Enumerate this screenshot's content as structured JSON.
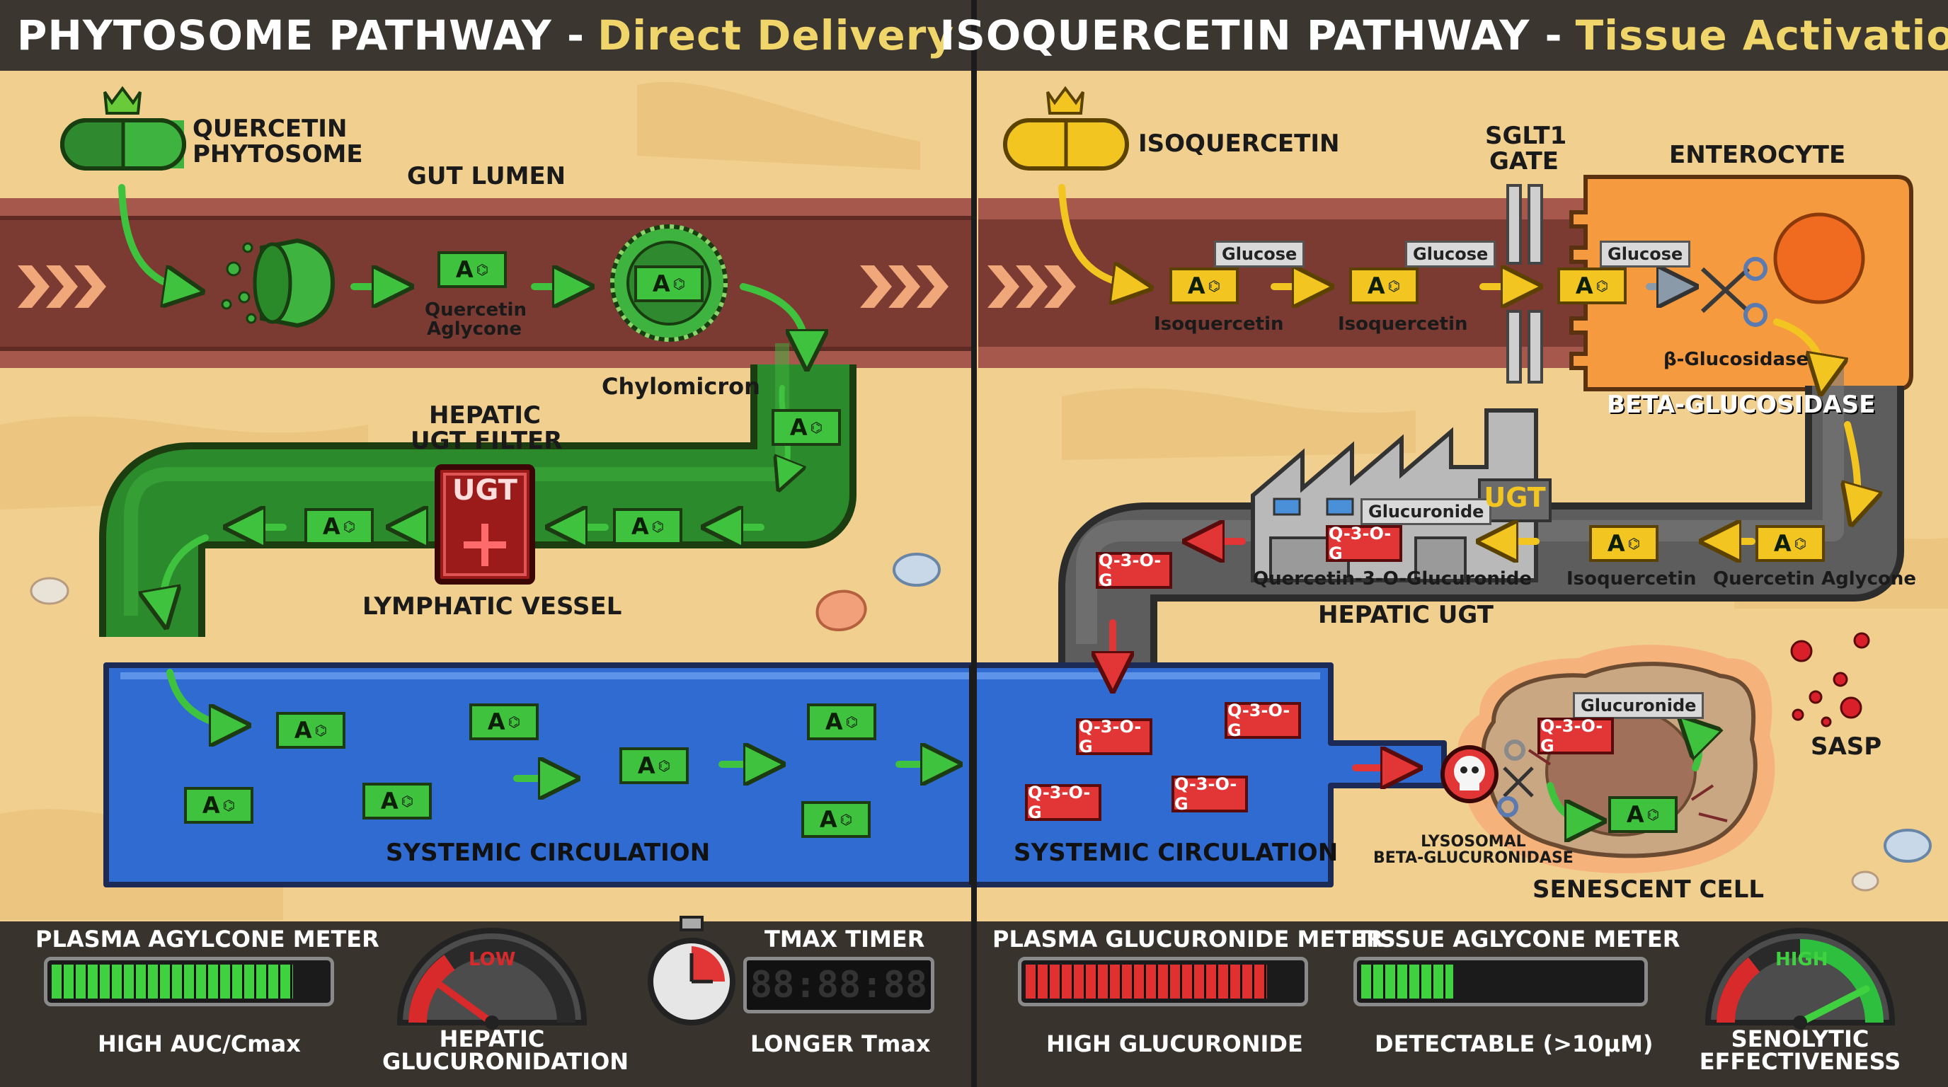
{
  "left": {
    "title_main": "PHYTOSOME PATHWAY -",
    "title_highlight": "Direct Delivery",
    "capsule_label": "QUERCETIN\nPHYTOSOME",
    "gut_lumen": "GUT LUMEN",
    "aglycone_label": "Quercetin\nAglycone",
    "chylomicron": "Chylomicron",
    "hepatic_filter": "HEPATIC\nUGT FILTER",
    "ugt_box": "UGT",
    "lymphatic": "LYMPHATIC VESSEL",
    "systemic": "SYSTEMIC CIRCULATION",
    "chip_text": "A"
  },
  "right": {
    "title_main": "ISOQUERCETIN PATHWAY -",
    "title_highlight": "Tissue Activation",
    "capsule_label": "ISOQUERCETIN",
    "sglt1": "SGLT1\nGATE",
    "enterocyte": "ENTEROCYTE",
    "glucose_tag": "Glucose",
    "isoquercetin_label": "Isoquercetin",
    "b_glucosidase_small": "β-Glucosidase",
    "beta_glucosidase": "BETA-GLUCOSIDASE",
    "glucuronide_tag": "Glucuronide",
    "ugt_sign": "UGT",
    "q3og_label": "Quercetin-3-O-Glucuronide",
    "isoq_label2": "Isoquercetin",
    "aglycone_label2": "Quercetin Aglycone",
    "hepatic_ugt": "HEPATIC UGT",
    "q3og_chip": "Q-3-O-G",
    "systemic": "SYSTEMIC CIRCULATION",
    "lysosomal": "LYSOSOMAL\nBETA-GLUCURONIDASE",
    "senescent": "SENESCENT CELL",
    "sasp": "SASP",
    "chip_text": "A"
  },
  "meters": {
    "plasma_aglycone": {
      "label": "PLASMA AGYLCONE METER",
      "caption": "HIGH AUC/Cmax",
      "level": 0.88,
      "color": "#3fd13f"
    },
    "hepatic_gauge": {
      "label": "HEPATIC\nGLUCURONIDATION",
      "reading": "LOW",
      "level": 0.2
    },
    "tmax_timer": {
      "label": "TMAX TIMER",
      "caption": "LONGER Tmax",
      "display": "88:88:88"
    },
    "plasma_glucuronide": {
      "label": "PLASMA GLUCURONIDE METER",
      "caption": "HIGH GLUCURONIDE",
      "level": 0.88,
      "color": "#e03030"
    },
    "tissue_aglycone": {
      "label": "TISSUE AGLYCONE METER",
      "caption": "DETECTABLE (>10μM)",
      "level": 0.33,
      "color": "#3fd13f"
    },
    "senolytic_gauge": {
      "label": "SENOLYTIC\nEFFECTIVENESS",
      "reading": "HIGH",
      "level": 0.85
    }
  }
}
